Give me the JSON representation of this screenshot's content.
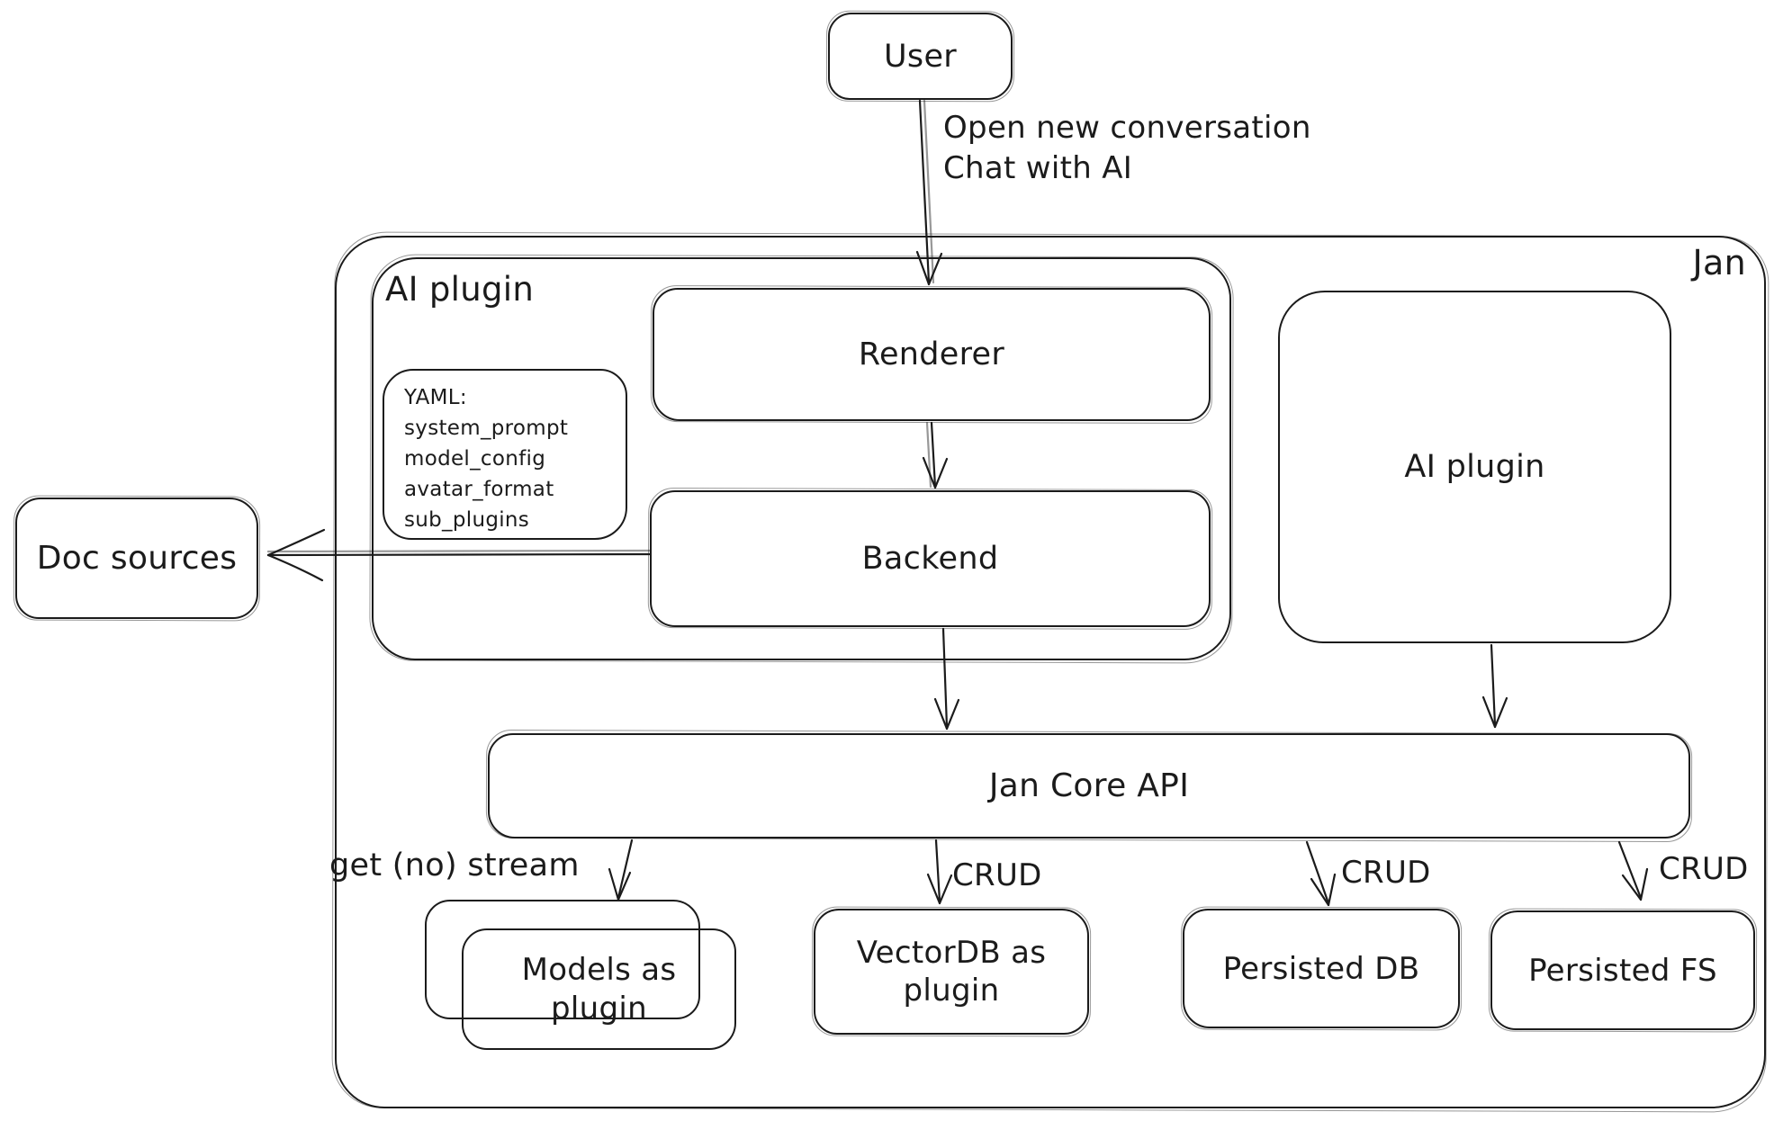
{
  "diagram": {
    "background": "#ffffff",
    "ink_color": "#1b1b1b",
    "nodes": {
      "user": "User",
      "jan_container": "Jan",
      "ai_plugin_container": "AI plugin",
      "renderer": "Renderer",
      "backend": "Backend",
      "doc_sources": "Doc sources",
      "ai_plugin_box": "AI plugin",
      "jan_core_api": "Jan Core API",
      "models_as_plugin": "Models as plugin",
      "vectordb_as_plugin": "VectorDB as plugin",
      "persisted_db": "Persisted DB",
      "persisted_fs": "Persisted FS"
    },
    "yaml_note": {
      "lines": [
        "YAML:",
        "system_prompt",
        "model_config",
        "avatar_format",
        "sub_plugins"
      ]
    },
    "edge_labels": {
      "user_to_renderer_line1": "Open new conversation",
      "user_to_renderer_line2": "Chat with AI",
      "api_to_models": "get (no) stream",
      "api_to_vectordb": "CRUD",
      "api_to_persisted_db": "CRUD",
      "api_to_persisted_fs": "CRUD"
    }
  }
}
